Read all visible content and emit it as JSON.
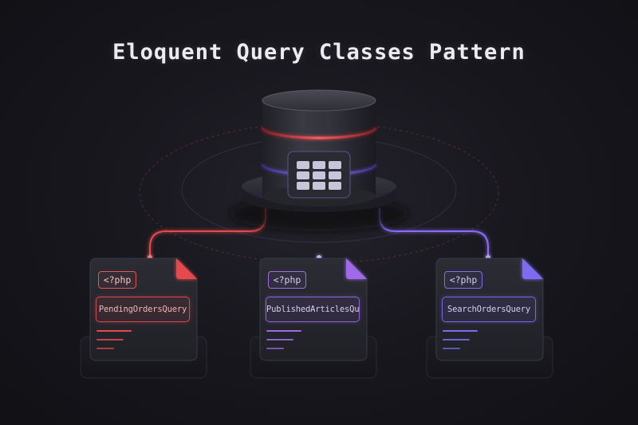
{
  "title": "Eloquent Query Classes Pattern",
  "database": {
    "icon": "database-icon",
    "table_icon": "table-grid-icon",
    "colors": {
      "red": "#e5484d",
      "purple": "#8b5cf6"
    }
  },
  "files": [
    {
      "tag": "<?php",
      "class_name": "PendingOrdersQuery",
      "accent": "#e5484d",
      "icon": "php-file-icon"
    },
    {
      "tag": "<?php",
      "class_name": "PublishedArticlesQuery",
      "accent": "#9f6ae8",
      "icon": "php-file-icon"
    },
    {
      "tag": "<?php",
      "class_name": "SearchOrdersQuery",
      "accent": "#7b6cf2",
      "icon": "php-file-icon"
    }
  ]
}
